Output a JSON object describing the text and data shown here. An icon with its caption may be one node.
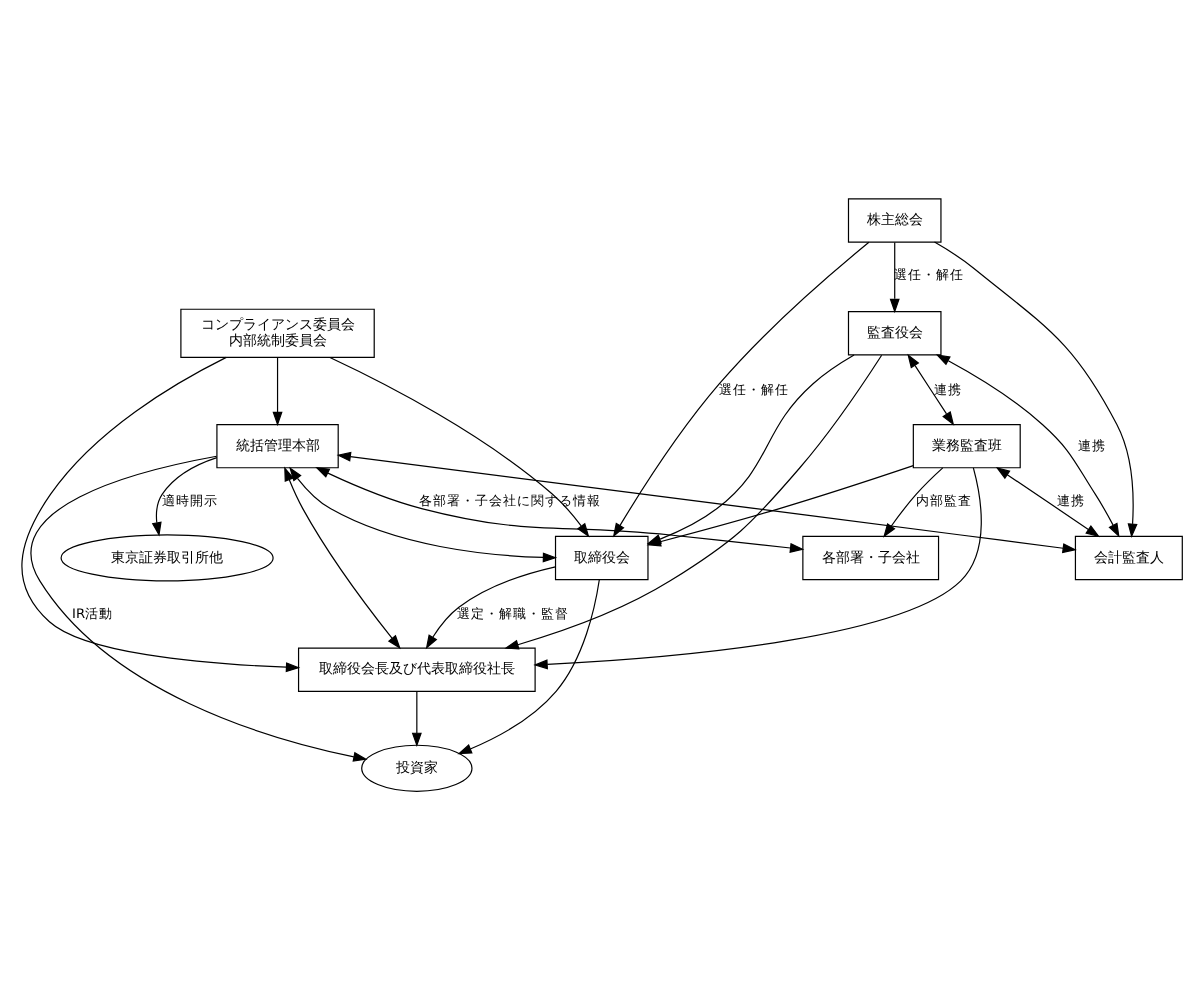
{
  "diagram": {
    "nodes": [
      {
        "text": [
          "株主総会"
        ]
      },
      {
        "text": [
          "取締役会"
        ]
      },
      {
        "text": [
          "投資家"
        ]
      },
      {
        "text": [
          "監査役会"
        ]
      },
      {
        "text": [
          "取締役会長及び代表取締役社長"
        ]
      },
      {
        "text": [
          "コンプライアンス委員会",
          "内部統制委員会"
        ]
      },
      {
        "text": [
          "業務監査班"
        ]
      },
      {
        "text": [
          "統括管理本部"
        ]
      },
      {
        "text": [
          "会計監査人"
        ]
      },
      {
        "text": [
          "各部署・子会社"
        ]
      },
      {
        "text": [
          "東京証券取引所他"
        ]
      }
    ],
    "edges": [
      {
        "from": 0,
        "to": 1,
        "arrow": "to",
        "label": "選任・解任"
      },
      {
        "from": 0,
        "to": 3,
        "arrow": "to",
        "label": "選任・解任"
      },
      {
        "from": 0,
        "to": 8,
        "arrow": "to"
      },
      {
        "from": 1,
        "to": 4,
        "arrow": "to",
        "label": "選定・解職・監督"
      },
      {
        "from": 7,
        "to": 2,
        "arrow": "to",
        "label": "IR活動"
      },
      {
        "from": 1,
        "to": 2,
        "arrow": "to"
      },
      {
        "from": 4,
        "to": 2,
        "arrow": "to"
      },
      {
        "from": 5,
        "to": 4,
        "arrow": "to"
      },
      {
        "from": 5,
        "to": 1,
        "arrow": "to"
      },
      {
        "from": 3,
        "to": 1,
        "arrow": "to"
      },
      {
        "from": 3,
        "to": 4,
        "arrow": "to"
      },
      {
        "from": 6,
        "to": 1,
        "arrow": "to"
      },
      {
        "from": 6,
        "to": 4,
        "arrow": "to"
      },
      {
        "from": 7,
        "to": 1,
        "arrow": "both"
      },
      {
        "from": 7,
        "to": 4,
        "arrow": "both"
      },
      {
        "from": 5,
        "to": 7,
        "arrow": "to"
      },
      {
        "from": 3,
        "to": 6,
        "arrow": "both",
        "label": "連携"
      },
      {
        "from": 3,
        "to": 8,
        "arrow": "both",
        "label": "連携"
      },
      {
        "from": 6,
        "to": 8,
        "arrow": "both",
        "label": "連携"
      },
      {
        "from": 7,
        "to": 8,
        "arrow": "both"
      },
      {
        "from": 7,
        "to": 9,
        "arrow": "both",
        "label": "各部署・子会社に関する情報"
      },
      {
        "from": 6,
        "to": 9,
        "arrow": "to",
        "label": "内部監査"
      },
      {
        "from": 7,
        "to": 10,
        "arrow": "to",
        "label": "適時開示"
      }
    ]
  }
}
